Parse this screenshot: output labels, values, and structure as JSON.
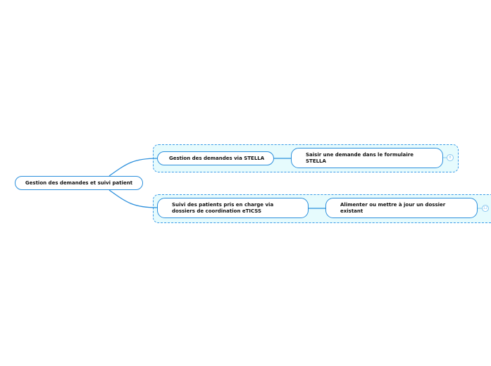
{
  "root": {
    "label": "Gestion des demandes et suivi patient"
  },
  "branches": [
    {
      "label": "Gestion des demandes via STELLA",
      "child": "Saisir une demande dans le formulaire STELLA",
      "badge": "8"
    },
    {
      "label": "Suivi des patients pris en charge via dossiers de coordination eTICSS",
      "child": "Alimenter ou mettre à jour un dossier existant",
      "badge": "12"
    }
  ],
  "colors": {
    "line": "#2b8fdc",
    "group_bg": "#e6fbfd"
  }
}
